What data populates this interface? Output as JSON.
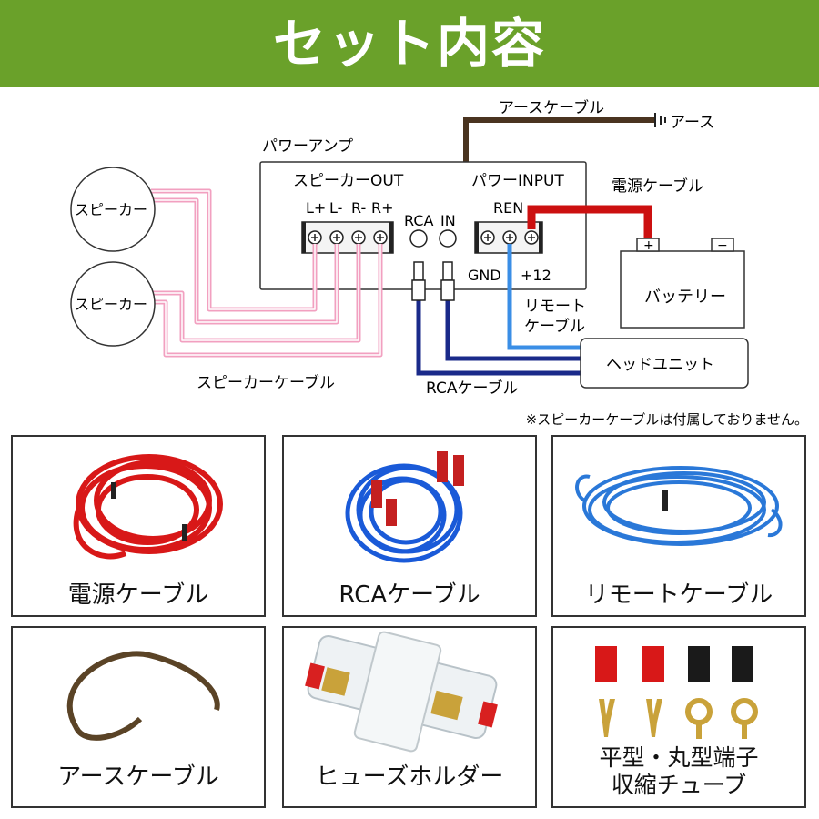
{
  "header": {
    "title": "セット内容"
  },
  "diagram": {
    "earth_cable": "アースケーブル",
    "earth": "アース",
    "amp": "パワーアンプ",
    "speaker_out": "スピーカーOUT",
    "power_input": "パワーINPUT",
    "power_cable": "電源ケーブル",
    "terminals": {
      "lp": "L+",
      "lm": "L-",
      "rm": "R-",
      "rp": "R+",
      "rca": "RCA",
      "in": "IN",
      "ren": "REN",
      "gnd": "GND",
      "plus12": "+12"
    },
    "speaker1": "スピーカー",
    "speaker2": "スピーカー",
    "battery": "バッテリー",
    "battery_plus": "+",
    "battery_minus": "−",
    "remote_cable_1": "リモート",
    "remote_cable_2": "ケーブル",
    "head_unit": "ヘッドユニット",
    "speaker_cable": "スピーカーケーブル",
    "rca_cable": "RCAケーブル",
    "note": "※スピーカーケーブルは付属しておりません。"
  },
  "items": [
    {
      "label": "電源ケーブル",
      "icon": "red-coiled-cable"
    },
    {
      "label": "RCAケーブル",
      "icon": "blue-rca-cable"
    },
    {
      "label": "リモートケーブル",
      "icon": "blue-coiled-wire"
    },
    {
      "label": "アースケーブル",
      "icon": "brown-cable"
    },
    {
      "label": "ヒューズホルダー",
      "icon": "fuse-holder"
    },
    {
      "label_1": "平型・丸型端子",
      "label_2": "収縮チューブ",
      "icon": "terminals-and-tubes"
    }
  ],
  "colors": {
    "banner": "#6aa12a",
    "power": "#cc1010",
    "rca": "#1a2a8a",
    "remote": "#3a8ee6",
    "earth": "#4a3420",
    "speaker": "#f2a0c0"
  }
}
